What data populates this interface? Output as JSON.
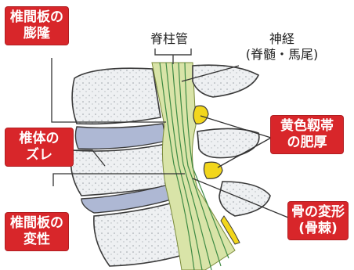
{
  "labels": {
    "disc_bulge": [
      "椎間板の",
      "膨隆"
    ],
    "vertebra_slip": [
      "椎体の",
      "ズレ"
    ],
    "disc_degeneration": [
      "椎間板の",
      "変性"
    ],
    "spinal_canal": "脊柱管",
    "nerve": [
      "神経",
      "(脊髄・馬尾)"
    ],
    "ligament_thickening": [
      "黄色靱帯",
      "の肥厚"
    ],
    "bone_deformation": [
      "骨の変形",
      "(骨棘)"
    ]
  },
  "colors": {
    "label_red": "#d8262a",
    "bone": "#eef0f2",
    "bone_outline": "#3a3a3a",
    "canal": "#d9e4a8",
    "nerve_lines": "#3e8a44",
    "ligament_yellow": "#f2d61c",
    "disc_blue": "#aeb8d4"
  }
}
